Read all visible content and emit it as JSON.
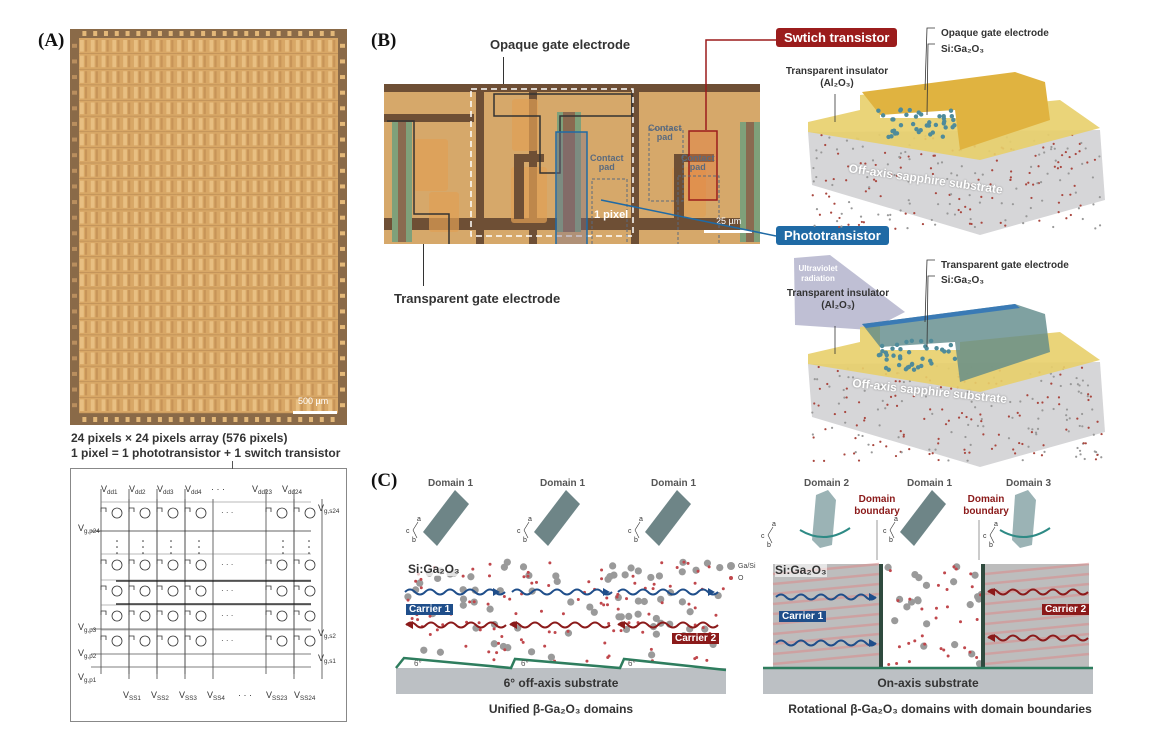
{
  "panels": {
    "a": {
      "label": "(A)"
    },
    "b": {
      "label": "(B)"
    },
    "c": {
      "label": "(C)"
    }
  },
  "panel_a": {
    "scale_bar": "500 µm",
    "caption_line1": "24 pixels × 24 pixels array (576 pixels)",
    "caption_line2": "1 pixel = 1 phototransistor + 1 switch transistor",
    "array_rows": 24,
    "array_cols": 24,
    "circuit": {
      "vdd_labels": [
        "V_dd1",
        "V_dd2",
        "V_dd3",
        "V_dd4",
        "· · ·",
        "V_dd23",
        "V_dd24"
      ],
      "vss_labels": [
        "V_SS1",
        "V_SS2",
        "V_SS3",
        "V_SS4",
        "· · ·",
        "V_SS23",
        "V_SS24"
      ],
      "left_labels": [
        "V_g,p24",
        "V_g,p3",
        "V_g,p2",
        "V_g,p1"
      ],
      "right_labels": [
        "V_g,s24",
        "V_g,s2",
        "V_g,s1"
      ]
    }
  },
  "panel_b": {
    "opaque_gate_label": "Opaque gate electrode",
    "transparent_gate_label": "Transparent gate electrode",
    "contact_pad_label_1": "Contact",
    "contact_pad_label_2": "pad",
    "pixel_label": "1 pixel",
    "scale_bar": "25 µm",
    "switch_badge": "Swtich transistor",
    "photo_badge": "Phototransistor",
    "switch_device": {
      "gate_label": "Opaque gate electrode",
      "channel_label": "Si:Ga₂O₃",
      "insulator_label_1": "Transparent insulator",
      "insulator_label_2": "(Al₂O₃)",
      "substrate_label": "Off-axis sapphire substrate"
    },
    "photo_device": {
      "uv_label_1": "Ultraviolet",
      "uv_label_2": "radiation",
      "gate_label": "Transparent gate electrode",
      "channel_label": "Si:Ga₂O₃",
      "insulator_label_1": "Transparent insulator",
      "insulator_label_2": "(Al₂O₃)",
      "substrate_label": "Off-axis sapphire substrate"
    },
    "colors": {
      "switch": "#9b1c1c",
      "photo": "#1f6aa5"
    }
  },
  "panel_c": {
    "left": {
      "domains": [
        "Domain 1",
        "Domain 1",
        "Domain 1"
      ],
      "material": "Si:Ga₂O₃",
      "carrier1": "Carrier 1",
      "carrier2": "Carrier 2",
      "angle": "6°",
      "substrate": "6° off-axis substrate",
      "caption": "Unified β-Ga₂O₃ domains"
    },
    "legend": {
      "ga": "Ga/Si",
      "o": "O"
    },
    "right": {
      "domains": [
        "Domain 2",
        "Domain 1",
        "Domain 3"
      ],
      "boundary_label_1": "Domain",
      "boundary_label_2": "boundary",
      "material": "Si:Ga₂O₃",
      "carrier1": "Carrier 1",
      "carrier2": "Carrier 2",
      "substrate": "On-axis substrate",
      "caption": "Rotational β-Ga₂O₃ domains with domain boundaries"
    },
    "axes": {
      "a": "a",
      "b": "b",
      "c": "c"
    }
  }
}
